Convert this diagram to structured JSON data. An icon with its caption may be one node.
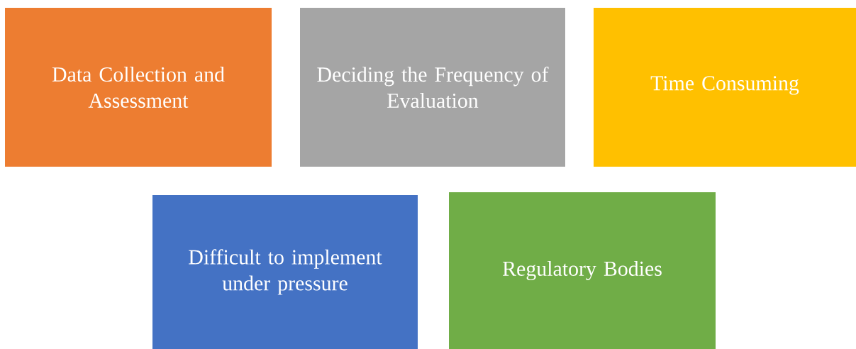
{
  "diagram": {
    "nodes": [
      {
        "text": [
          "Data Collection and Assessment"
        ]
      },
      {
        "text": [
          "Deciding the Frequency of Evaluation"
        ]
      },
      {
        "text": [
          "Time Consuming"
        ]
      },
      {
        "text": [
          "Difficult to implement under pressure"
        ]
      },
      {
        "text": [
          "Regulatory Bodies"
        ]
      }
    ]
  }
}
